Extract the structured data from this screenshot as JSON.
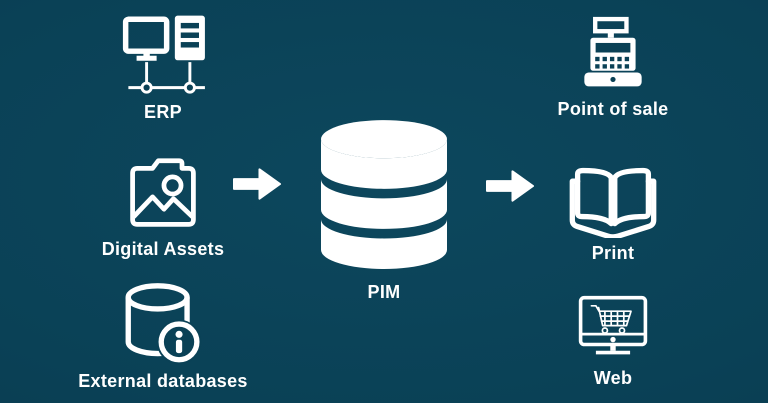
{
  "colors": {
    "background": "#0a4156",
    "foreground": "#ffffff"
  },
  "diagram": {
    "sources": [
      {
        "label": "ERP",
        "icon": "erp-network-icon"
      },
      {
        "label": "Digital Assets",
        "icon": "image-folder-icon"
      },
      {
        "label": "External databases",
        "icon": "database-info-icon"
      }
    ],
    "hub": {
      "label": "PIM",
      "icon": "database-icon"
    },
    "outputs": [
      {
        "label": "Point of sale",
        "icon": "cash-register-icon"
      },
      {
        "label": "Print",
        "icon": "open-book-icon"
      },
      {
        "label": "Web",
        "icon": "ecommerce-monitor-icon"
      }
    ],
    "arrows": [
      {
        "name": "sources-to-pim"
      },
      {
        "name": "pim-to-outputs"
      }
    ]
  }
}
